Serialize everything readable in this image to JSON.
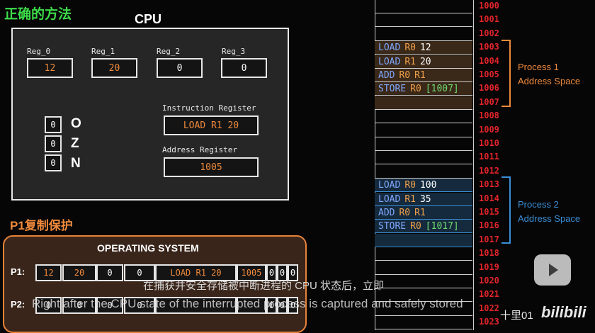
{
  "headings": {
    "correct_method": "正确的方法",
    "p1_copy_protect": "P1复制保护"
  },
  "cpu": {
    "title": "CPU",
    "registers": [
      {
        "name": "Reg_0",
        "value": "12"
      },
      {
        "name": "Reg_1",
        "value": "20"
      },
      {
        "name": "Reg_2",
        "value": "0"
      },
      {
        "name": "Reg_3",
        "value": "0"
      }
    ],
    "flags": [
      {
        "letter": "O",
        "value": "0"
      },
      {
        "letter": "Z",
        "value": "0"
      },
      {
        "letter": "N",
        "value": "0"
      }
    ],
    "instruction_register_label": "Instruction Register",
    "instruction_register_value": "LOAD R1 20",
    "address_register_label": "Address Register",
    "address_register_value": "1005"
  },
  "os": {
    "title": "OPERATING SYSTEM",
    "rows": [
      {
        "label": "P1:",
        "cells": [
          "12",
          "20",
          "0",
          "0",
          "LOAD R1 20",
          "1005",
          "0",
          "0",
          "0"
        ]
      },
      {
        "label": "P2:",
        "cells": [
          "0",
          "0",
          "0",
          "0",
          "",
          "",
          "0",
          "0",
          "0"
        ]
      }
    ]
  },
  "memory": {
    "addresses": [
      "1000",
      "1001",
      "1002",
      "1003",
      "1004",
      "1005",
      "1006",
      "1007",
      "1008",
      "1009",
      "1010",
      "1011",
      "1012",
      "1013",
      "1014",
      "1015",
      "1016",
      "1017",
      "1018",
      "1019",
      "1020",
      "1021",
      "1022",
      "1023"
    ],
    "process1": [
      {
        "op": "LOAD",
        "reg": "R0",
        "arg": "12"
      },
      {
        "op": "LOAD",
        "reg": "R1",
        "arg": "20"
      },
      {
        "op": "ADD",
        "reg": "R0",
        "arg": "R1"
      },
      {
        "op": "STORE",
        "reg": "R0",
        "arg": "[1007]"
      }
    ],
    "process2": [
      {
        "op": "LOAD",
        "reg": "R0",
        "arg": "100"
      },
      {
        "op": "LOAD",
        "reg": "R1",
        "arg": "35"
      },
      {
        "op": "ADD",
        "reg": "R0",
        "arg": "R1"
      },
      {
        "op": "STORE",
        "reg": "R0",
        "arg": "[1017]"
      }
    ],
    "process1_label": [
      "Process 1",
      "Address Space"
    ],
    "process2_label": [
      "Process 2",
      "Address Space"
    ]
  },
  "subtitles": {
    "zh": "在捕获并安全存储被中断进程的 CPU 状态后，立即",
    "en": "Right after the CPU state of the interrupted process is captured and safely stored"
  },
  "watermark": {
    "author": "十里01",
    "logo": "bilibili"
  },
  "colors": {
    "accent_orange": "#f08a3c",
    "heading_green": "#3ddc4a",
    "address_red": "#e2242a",
    "op_blue": "#7fa8ff",
    "reg_orange": "#f0a04a",
    "arg_green": "#6fdc6f",
    "p1_fill": "#3a2818",
    "p2_fill": "#152a3d",
    "p2_border": "#3b8fd6"
  }
}
